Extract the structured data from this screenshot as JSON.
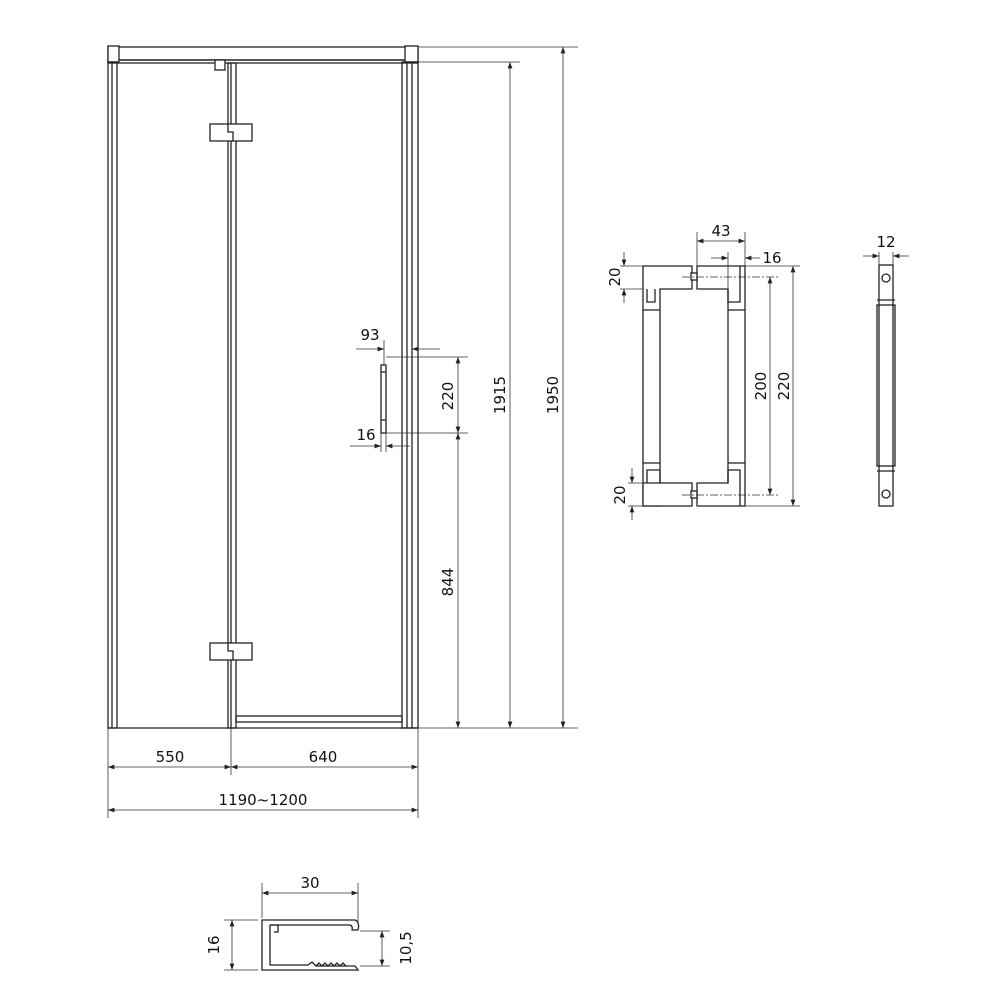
{
  "front_view": {
    "dims": {
      "total_height": "1950",
      "door_height": "1915",
      "handle_height_from_floor": "844",
      "handle_length": "220",
      "handle_offset": "93",
      "handle_depth": "16",
      "fixed_panel_width": "550",
      "door_width": "640",
      "total_width": "1190~1200"
    }
  },
  "handle_detail": {
    "dims": {
      "depth": "43",
      "bar": "16",
      "top_block": "20",
      "bottom_block": "20",
      "hole_spacing": "200",
      "length": "220",
      "side_width": "12"
    }
  },
  "profile_detail": {
    "dims": {
      "width": "30",
      "height": "16",
      "inner_height": "10,5"
    }
  }
}
